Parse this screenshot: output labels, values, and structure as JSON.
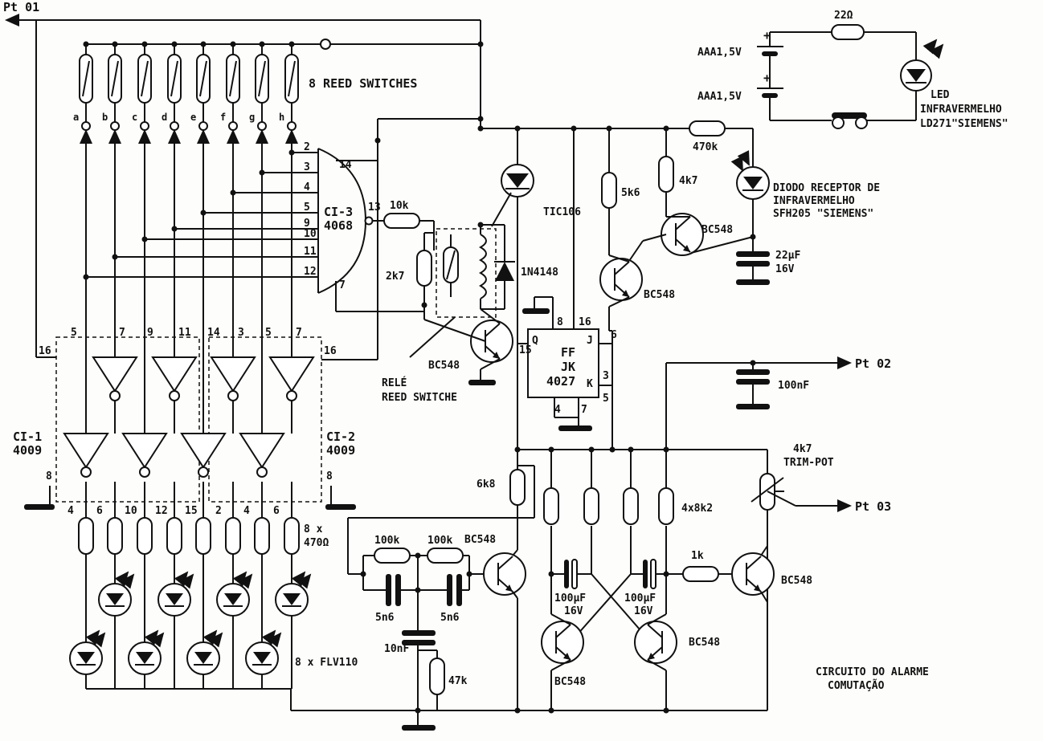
{
  "points": {
    "pt01": "Pt 01",
    "pt02": "Pt 02",
    "pt03": "Pt 03"
  },
  "reed": {
    "title": "8 REED SWITCHES",
    "letters": [
      "a",
      "b",
      "c",
      "d",
      "e",
      "f",
      "g",
      "h"
    ]
  },
  "ci3": {
    "name": "CI-3",
    "part": "4068",
    "pins": [
      "2",
      "3",
      "4",
      "5",
      "9",
      "10",
      "11",
      "12"
    ],
    "pin14": "14",
    "pin13": "13",
    "pin7": "7"
  },
  "ci1": {
    "name": "CI-1",
    "part": "4009",
    "pin16": "16",
    "pin8": "8"
  },
  "ci2": {
    "name": "CI-2",
    "part": "4009",
    "pin16": "16",
    "pin8": "8"
  },
  "inv_top_pins": [
    "5",
    "7",
    "9",
    "11",
    "14",
    "3",
    "5",
    "7"
  ],
  "inv_bottom_pins": [
    "4",
    "6",
    "10",
    "12",
    "15",
    "2",
    "4",
    "6"
  ],
  "leds": {
    "resistors": "8 x",
    "res_value": "470Ω",
    "label": "8 x FLV110"
  },
  "tx": {
    "bat1": "AAA1,5V",
    "bat2": "AAA1,5V",
    "plus": "+",
    "r": "22Ω",
    "led1": "LED",
    "led2": "INFRAVERMELHO",
    "led3": "LD271\"SIEMENS\""
  },
  "rx": {
    "r470": "470k",
    "r4k7": "4k7",
    "d1": "DIODO RECEPTOR DE",
    "d2": "INFRAVERMELHO",
    "d3": "SFH205 \"SIEMENS\"",
    "q": "BC548",
    "c1": "22µF",
    "c2": "16V"
  },
  "mid": {
    "r10k": "10k",
    "scr": "TIC106",
    "diode": "1N4148",
    "r2k7": "2k7",
    "q": "BC548",
    "relay1": "RELÉ",
    "relay2": "REED SWITCHE",
    "r5k6": "5k6",
    "q2": "BC548"
  },
  "ff": {
    "l1": "FF",
    "l2": "JK",
    "l3": "4027",
    "q": "Q",
    "j": "J",
    "k": "K",
    "p8": "8",
    "p16": "16",
    "p6": "6",
    "p15": "15",
    "p3": "3",
    "p5": "5",
    "p4": "4",
    "p7": "7"
  },
  "cap100n": "100nF",
  "alarm": {
    "trim1": "4k7",
    "trim2": "TRIM-POT",
    "r6k8": "6k8",
    "r4x8k2": "4x8k2",
    "r100k1": "100k",
    "r100k2": "100k",
    "q1": "BC548",
    "c5n6a": "5n6",
    "c5n6b": "5n6",
    "c10n": "10nF",
    "r47k": "47k",
    "c100u1": "100µF",
    "v1": "16V",
    "c100u2": "100µF",
    "v2": "16V",
    "q2": "BC548",
    "q3": "BC548",
    "r1k": "1k",
    "q4": "BC548",
    "cap1": "CIRCUITO DO ALARME",
    "cap2": "COMUTAÇÃO"
  }
}
